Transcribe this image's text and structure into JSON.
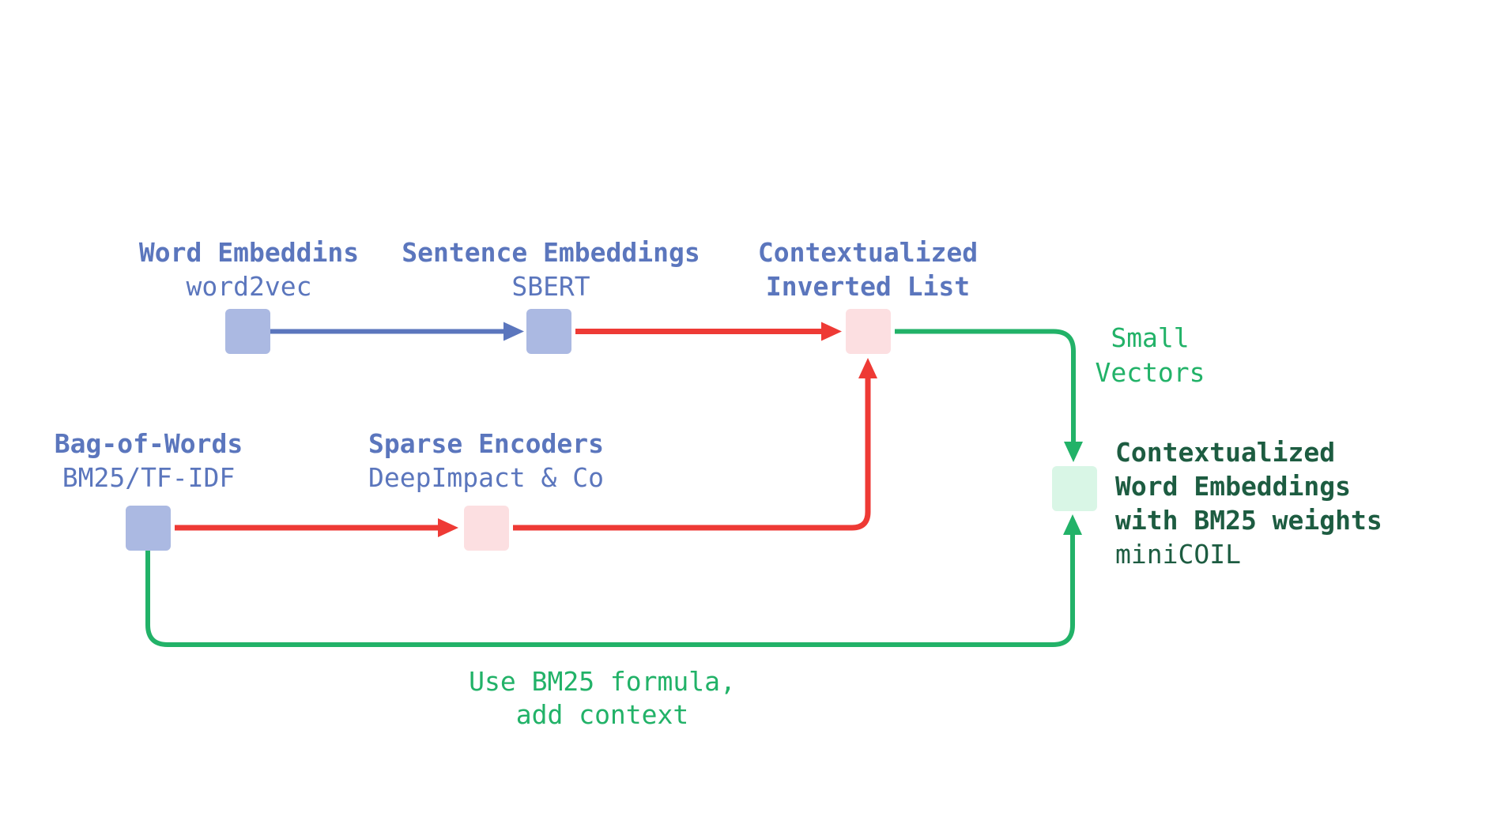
{
  "diagram": {
    "title_semantic": "Evolution of text embeddings toward contextualized word embeddings (miniCOIL)",
    "nodes": [
      {
        "id": "word-embeddings",
        "title": "Word Embeddins",
        "subtitle": "word2vec"
      },
      {
        "id": "sentence-embeddings",
        "title": "Sentence Embeddings",
        "subtitle": "SBERT"
      },
      {
        "id": "inverted-list",
        "title": "Contextualized",
        "title2": "Inverted List"
      },
      {
        "id": "bag-of-words",
        "title": "Bag-of-Words",
        "subtitle": "BM25/TF-IDF"
      },
      {
        "id": "sparse-encoders",
        "title": "Sparse Encoders",
        "subtitle": "DeepImpact & Co"
      }
    ],
    "result": {
      "edge_label_line1": "Small",
      "edge_label_line2": "Vectors",
      "title_line1": "Contextualized",
      "title_line2": "Word Embeddings",
      "title_line3": "with BM25 weights",
      "subtitle": "miniCOIL"
    },
    "caption": {
      "line1": "Use BM25 formula,",
      "line2": "add context"
    },
    "colors": {
      "background": "#ffffff",
      "blue_text_line": "#5b76bd",
      "blue_node_fill": "#abb9e2",
      "red_line": "#ee3a35",
      "pink_node_fill": "#fcdfe1",
      "green_line_text": "#22b268",
      "green_node_fill": "#d9f6e6",
      "dark_green_text": "#1d5c41"
    }
  }
}
